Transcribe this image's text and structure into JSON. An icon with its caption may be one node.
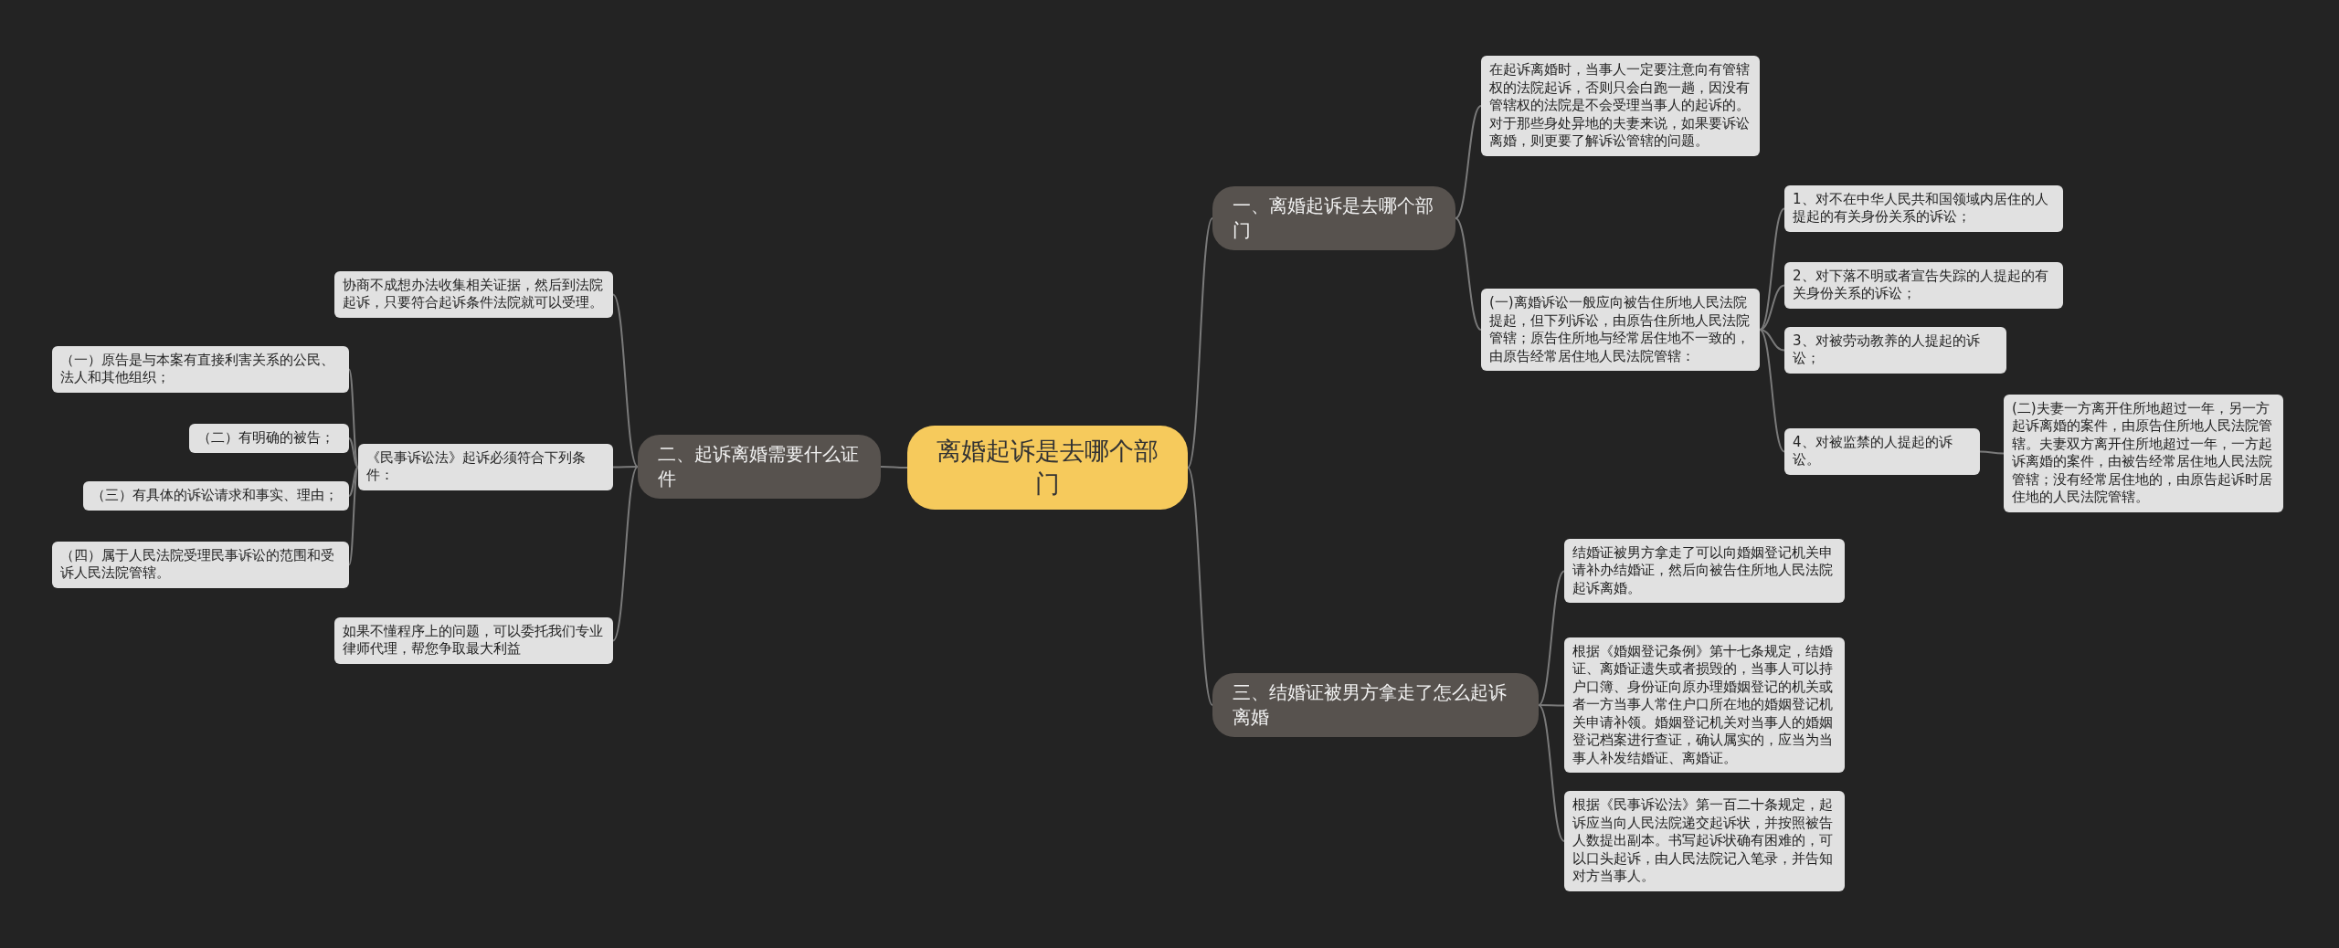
{
  "diagram": {
    "nodes": [
      {
        "text": [
          "离婚起诉是去哪个部门"
        ]
      },
      {
        "text": [
          "一、离婚起诉是去哪个部门"
        ]
      },
      {
        "text": [
          "在起诉离婚时，当事人一定要注意向有管辖权的法院起诉，否则只会白跑一趟，因没有管辖权的法院是不会受理当事人的起诉的。对于那些身处异地的夫妻来说，如果要诉讼离婚，则更要了解诉讼管辖的问题。"
        ]
      },
      {
        "text": [
          "(一)离婚诉讼一般应向被告住所地人民法院提起，但下列诉讼，由原告住所地人民法院管辖；原告住所地与经常居住地不一致的，由原告经常居住地人民法院管辖："
        ]
      },
      {
        "text": [
          "1、对不在中华人民共和国领域内居住的人提起的有关身份关系的诉讼；"
        ]
      },
      {
        "text": [
          "2、对下落不明或者宣告失踪的人提起的有关身份关系的诉讼；"
        ]
      },
      {
        "text": [
          "3、对被劳动教养的人提起的诉讼；"
        ]
      },
      {
        "text": [
          "4、对被监禁的人提起的诉讼。"
        ]
      },
      {
        "text": [
          "(二)夫妻一方离开住所地超过一年，另一方起诉离婚的案件，由原告住所地人民法院管辖。夫妻双方离开住所地超过一年，一方起诉离婚的案件，由被告经常居住地人民法院管辖；没有经常居住地的，由原告起诉时居住地的人民法院管辖。"
        ]
      },
      {
        "text": [
          "二、起诉离婚需要什么证件"
        ]
      },
      {
        "text": [
          "协商不成想办法收集相关证据，然后到法院起诉，只要符合起诉条件法院就可以受理。"
        ]
      },
      {
        "text": [
          "《民事诉讼法》起诉必须符合下列条件："
        ]
      },
      {
        "text": [
          "（一）原告是与本案有直接利害关系的公民、法人和其他组织；"
        ]
      },
      {
        "text": [
          "（二）有明确的被告；"
        ]
      },
      {
        "text": [
          "（三）有具体的诉讼请求和事实、理由；"
        ]
      },
      {
        "text": [
          "（四）属于人民法院受理民事诉讼的范围和受诉人民法院管辖。"
        ]
      },
      {
        "text": [
          "如果不懂程序上的问题，可以委托我们专业律师代理，帮您争取最大利益"
        ]
      },
      {
        "text": [
          "三、结婚证被男方拿走了怎么起诉离婚"
        ]
      },
      {
        "text": [
          "结婚证被男方拿走了可以向婚姻登记机关申请补办结婚证，然后向被告住所地人民法院起诉离婚。"
        ]
      },
      {
        "text": [
          "根据《婚姻登记条例》第十七条规定，结婚证、离婚证遗失或者损毁的，当事人可以持户口簿、身份证向原办理婚姻登记的机关或者一方当事人常住户口所在地的婚姻登记机关申请补领。婚姻登记机关对当事人的婚姻登记档案进行查证，确认属实的，应当为当事人补发结婚证、离婚证。"
        ]
      },
      {
        "text": [
          "根据《民事诉讼法》第一百二十条规定，起诉应当向人民法院递交起诉状，并按照被告人数提出副本。书写起诉状确有困难的，可以口头起诉，由人民法院记入笔录，并告知对方当事人。"
        ]
      }
    ],
    "edges": [
      {
        "from": 0,
        "to": 1,
        "arrow": "none"
      },
      {
        "from": 1,
        "to": 2,
        "arrow": "none"
      },
      {
        "from": 1,
        "to": 3,
        "arrow": "none"
      },
      {
        "from": 3,
        "to": 4,
        "arrow": "none"
      },
      {
        "from": 3,
        "to": 5,
        "arrow": "none"
      },
      {
        "from": 3,
        "to": 6,
        "arrow": "none"
      },
      {
        "from": 3,
        "to": 7,
        "arrow": "none"
      },
      {
        "from": 7,
        "to": 8,
        "arrow": "none"
      },
      {
        "from": 0,
        "to": 9,
        "arrow": "none"
      },
      {
        "from": 9,
        "to": 10,
        "arrow": "none"
      },
      {
        "from": 9,
        "to": 11,
        "arrow": "none"
      },
      {
        "from": 11,
        "to": 12,
        "arrow": "none"
      },
      {
        "from": 11,
        "to": 13,
        "arrow": "none"
      },
      {
        "from": 11,
        "to": 14,
        "arrow": "none"
      },
      {
        "from": 11,
        "to": 15,
        "arrow": "none"
      },
      {
        "from": 9,
        "to": 16,
        "arrow": "none"
      },
      {
        "from": 0,
        "to": 17,
        "arrow": "none"
      },
      {
        "from": 17,
        "to": 18,
        "arrow": "none"
      },
      {
        "from": 17,
        "to": 19,
        "arrow": "none"
      },
      {
        "from": 17,
        "to": 20,
        "arrow": "none"
      }
    ]
  }
}
